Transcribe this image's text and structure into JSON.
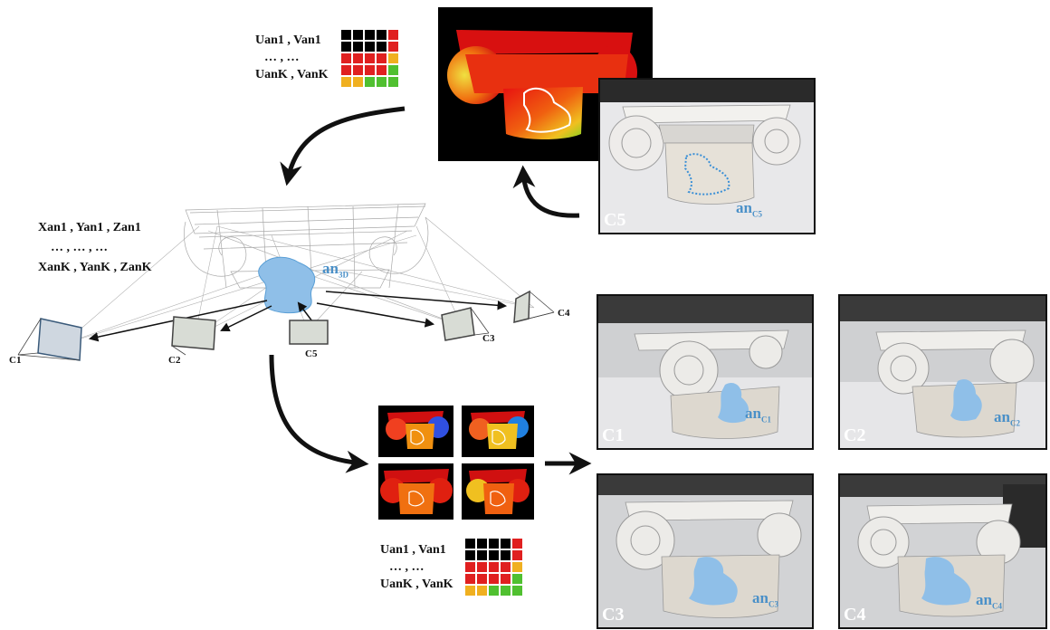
{
  "eq_top": {
    "line1": "Uan1 , Van1",
    "line2": "… , …",
    "line3": "UanK , VanK"
  },
  "eq_left": {
    "line1": "Xan1 , Yan1 , Zan1",
    "line2": "… , … , …",
    "line3": "XanK , YanK , ZanK"
  },
  "eq_bottom": {
    "line1": "Uan1 , Van1",
    "line2": "… , …",
    "line3": "UanK , VanK"
  },
  "grid_colors": [
    [
      "#000000",
      "#000000",
      "#000000",
      "#000000",
      "#e02020"
    ],
    [
      "#000000",
      "#000000",
      "#000000",
      "#000000",
      "#e02020"
    ],
    [
      "#e02020",
      "#e02020",
      "#e02020",
      "#e02020",
      "#f0b020"
    ],
    [
      "#e02020",
      "#e02020",
      "#e02020",
      "#e02020",
      "#50c030"
    ],
    [
      "#f0b020",
      "#f0b020",
      "#50c030",
      "#50c030",
      "#50c030"
    ]
  ],
  "an3d_label": {
    "main": "an",
    "sub": "3D"
  },
  "cameras": [
    "C1",
    "C2",
    "C5",
    "C3",
    "C4"
  ],
  "photos": {
    "c5": {
      "cam": "C5",
      "an_main": "an",
      "an_sub": "C5"
    },
    "c1": {
      "cam": "C1",
      "an_main": "an",
      "an_sub": "C1"
    },
    "c2": {
      "cam": "C2",
      "an_main": "an",
      "an_sub": "C2"
    },
    "c3": {
      "cam": "C3",
      "an_main": "an",
      "an_sub": "C3"
    },
    "c4": {
      "cam": "C4",
      "an_main": "an",
      "an_sub": "C4"
    }
  },
  "colors": {
    "annotation_blue": "#8fbfe8",
    "label_blue": "#4a90c8",
    "frame": "#111111"
  }
}
